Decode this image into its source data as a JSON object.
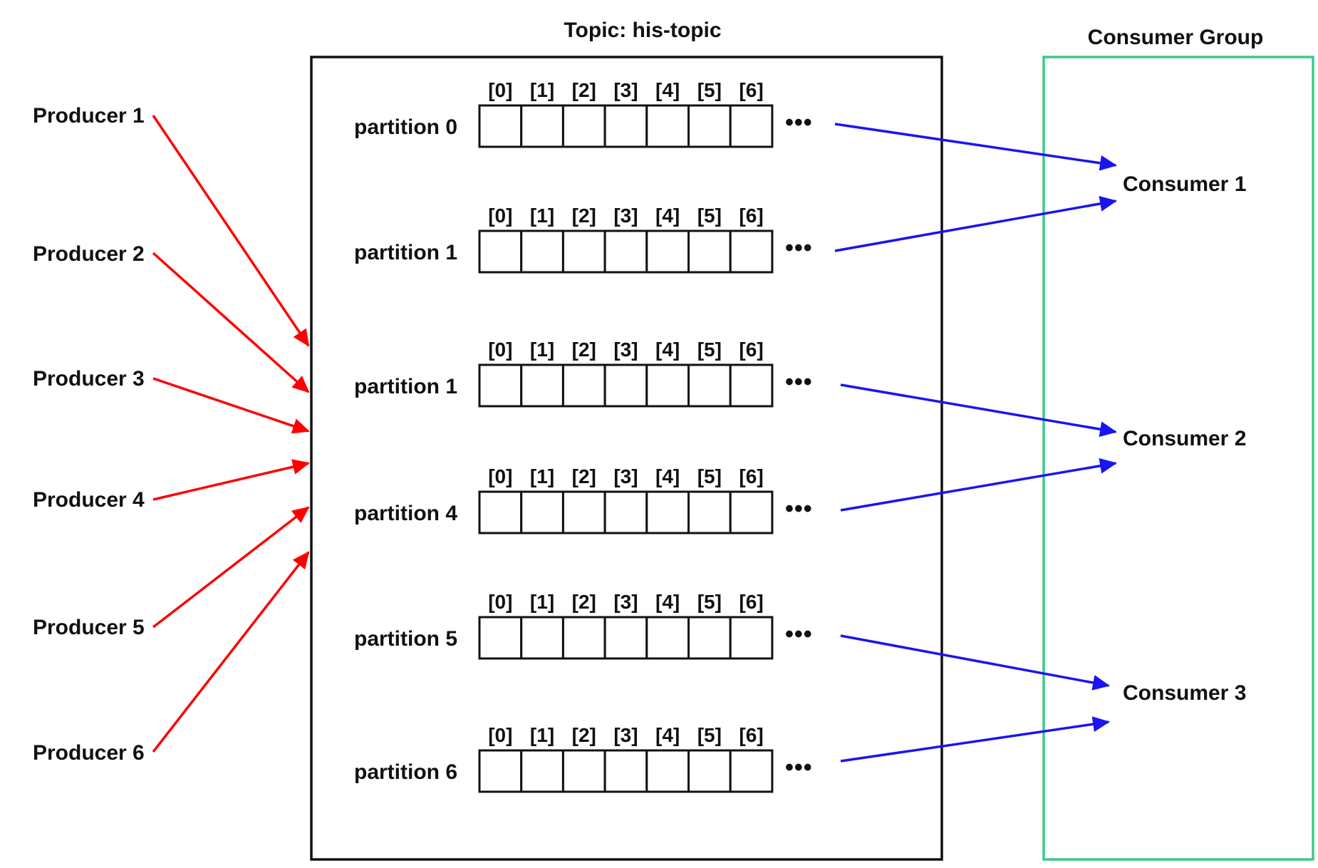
{
  "topic": {
    "title": "Topic: his-topic"
  },
  "consumer_group": {
    "title": "Consumer Group",
    "color": "#3ec98a"
  },
  "colors": {
    "producer_arrow": "#ff0000",
    "consumer_arrow": "#1a14f0",
    "stroke": "#111111"
  },
  "producers": [
    {
      "label": "Producer 1"
    },
    {
      "label": "Producer 2"
    },
    {
      "label": "Producer 3"
    },
    {
      "label": "Producer 4"
    },
    {
      "label": "Producer 5"
    },
    {
      "label": "Producer 6"
    }
  ],
  "partitions": [
    {
      "label": "partition 0",
      "indices": [
        "[0]",
        "[1]",
        "[2]",
        "[3]",
        "[4]",
        "[5]",
        "[6]"
      ],
      "ellipsis": "•••",
      "consumer": 0
    },
    {
      "label": "partition 1",
      "indices": [
        "[0]",
        "[1]",
        "[2]",
        "[3]",
        "[4]",
        "[5]",
        "[6]"
      ],
      "ellipsis": "•••",
      "consumer": 0
    },
    {
      "label": "partition 1",
      "indices": [
        "[0]",
        "[1]",
        "[2]",
        "[3]",
        "[4]",
        "[5]",
        "[6]"
      ],
      "ellipsis": "•••",
      "consumer": 1
    },
    {
      "label": "partition 4",
      "indices": [
        "[0]",
        "[1]",
        "[2]",
        "[3]",
        "[4]",
        "[5]",
        "[6]"
      ],
      "ellipsis": "•••",
      "consumer": 1
    },
    {
      "label": "partition 5",
      "indices": [
        "[0]",
        "[1]",
        "[2]",
        "[3]",
        "[4]",
        "[5]",
        "[6]"
      ],
      "ellipsis": "•••",
      "consumer": 2
    },
    {
      "label": "partition 6",
      "indices": [
        "[0]",
        "[1]",
        "[2]",
        "[3]",
        "[4]",
        "[5]",
        "[6]"
      ],
      "ellipsis": "•••",
      "consumer": 2
    }
  ],
  "consumers": [
    {
      "label": "Consumer 1"
    },
    {
      "label": "Consumer 2"
    },
    {
      "label": "Consumer 3"
    }
  ]
}
